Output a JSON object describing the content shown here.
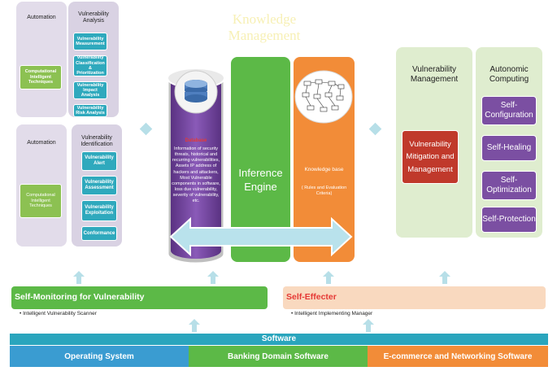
{
  "title": "Knowledge Management",
  "left_top": {
    "automation_label": "Automation",
    "analysis_label": "Vulnerability Analysis",
    "technique": "Computational Intelligent Techniques",
    "items": [
      "Vulnerability Measurement",
      "Vulnerability Classification & Prioritization",
      "Vulnerability Impact Analysis",
      "Vulnerability Risk Analysis"
    ]
  },
  "left_bottom": {
    "automation_label": "Automation",
    "identification_label": "Vulnerability Identification",
    "technique": "Computational Intelligent Techniques",
    "items": [
      "Vulnerability Alert",
      "Vulnerability Assessment",
      "Vulnerability Exploitation",
      "Conformance"
    ]
  },
  "database": {
    "heading": "Database",
    "text": "Information of security threats, historical and recurring vulnerabilities, Assets IP address of hackers and attackers, Most Vulnerable components in software, loss due vulnerability, severity of vulnerability, etc."
  },
  "inference_engine": "Inference Engine",
  "knowledge_base": {
    "title": "Knowledge base",
    "subtitle": "( Rules and Evaluation Criteria)"
  },
  "vuln_management": {
    "header": "Vulnerability Management",
    "box": "Vulnerability Mitigation and Management"
  },
  "autonomic": {
    "header": "Autonomic Computing",
    "items": [
      "Self-Configuration",
      "Self-Healing",
      "Self-Optimization",
      "Self-Protection"
    ]
  },
  "self_monitoring": {
    "label": "Self-Monitoring for Vulnerability",
    "note": "Intelligent Vulnerability Scanner"
  },
  "self_effecter": {
    "label": "Self-Effecter",
    "note": "Intelligent  Implementing Manager"
  },
  "software": {
    "label": "Software",
    "items": [
      "Operating System",
      "Banking Domain Software",
      "E-commerce and Networking Software"
    ]
  },
  "colors": {
    "teal": "#2fa9bd",
    "green": "#5cb947",
    "orange": "#f28c38",
    "purple": "#7b4fa2",
    "software_blue": "#2aa5bd"
  }
}
